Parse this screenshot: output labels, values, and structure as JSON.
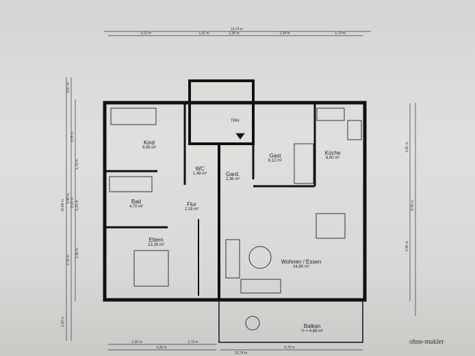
{
  "dimensions": {
    "top": {
      "total": "10,74 m",
      "segments": [
        "3,13 m",
        "1,01 m",
        "1,38 m",
        "2,34 m",
        "1,79 m"
      ]
    },
    "bottom": {
      "row1": [
        "2,36 m",
        "1,79 m"
      ],
      "row2": [
        "4,28 m",
        "6,78 m"
      ],
      "total": "10,74 m"
    },
    "left": [
      "10,98 m",
      "0,87 m",
      "2,78 m",
      "1,79 m",
      "9,98 m",
      "2,13 m",
      "1,23 m",
      "2,78 m",
      "3,38 m",
      "1,60 m"
    ],
    "right": [
      "3,81 m",
      "8,49 m",
      "4,38 m"
    ]
  },
  "rooms": [
    {
      "name": "Kind",
      "area": "9,06 m²"
    },
    {
      "name": "WC",
      "area": "1,49 m²"
    },
    {
      "name": "Gard.",
      "area": "2,36 m²"
    },
    {
      "name": "Gast",
      "area": "8,12 m²"
    },
    {
      "name": "Küche",
      "area": "8,00 m²"
    },
    {
      "name": "Bad",
      "area": "4,70 m²"
    },
    {
      "name": "Flur",
      "area": "2,19 m²"
    },
    {
      "name": "Eltern",
      "area": "12,26 m²"
    },
    {
      "name": "Wohnen / Essen",
      "area": "24,80 m²"
    },
    {
      "name": "Balkon",
      "area": "½ = 4,88 m²"
    }
  ],
  "stair_label": "TRH.",
  "logo": "ohne-makler"
}
